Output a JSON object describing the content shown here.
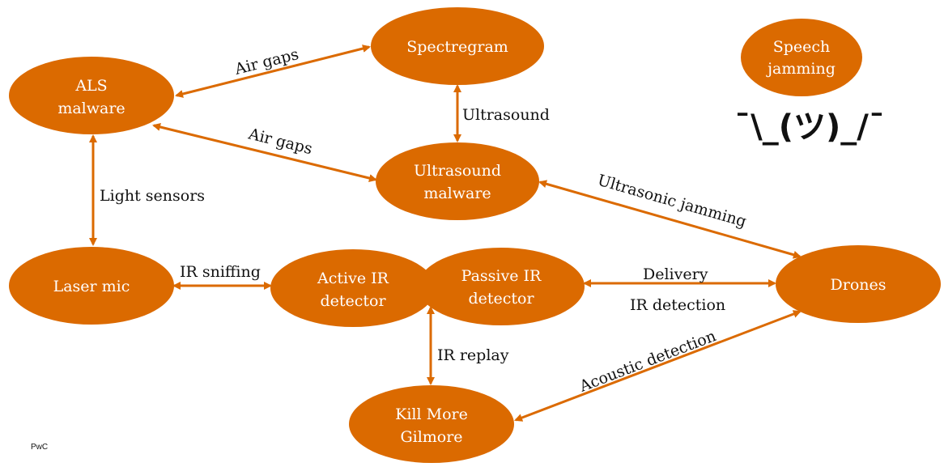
{
  "accent_color": "#DB6A00",
  "nodes": {
    "spectregram": [
      "Spectregram"
    ],
    "speech_jamming": [
      "Speech",
      "jamming"
    ],
    "als_malware": [
      "ALS",
      "malware"
    ],
    "ultrasound_malware": [
      "Ultrasound",
      "malware"
    ],
    "laser_mic": [
      "Laser mic"
    ],
    "active_ir": [
      "Active IR",
      "detector"
    ],
    "passive_ir": [
      "Passive IR",
      "detector"
    ],
    "drones": [
      "Drones"
    ],
    "kill_more_gilmore": [
      "Kill More",
      "Gilmore"
    ]
  },
  "edges": {
    "als_spectregram": "Air gaps",
    "als_ultrasound": "Air gaps",
    "spectregram_ultrasound": "Ultrasound",
    "als_laser": "Light sensors",
    "ultrasound_drones": "Ultrasonic jamming",
    "laser_active": "IR sniffing",
    "passive_drones_top": "Delivery",
    "passive_drones_bottom": "IR detection",
    "passive_kmg": "IR replay",
    "kmg_drones": "Acoustic detection"
  },
  "shrug": "¯\\_(ツ)_/¯",
  "footer": "PwC"
}
